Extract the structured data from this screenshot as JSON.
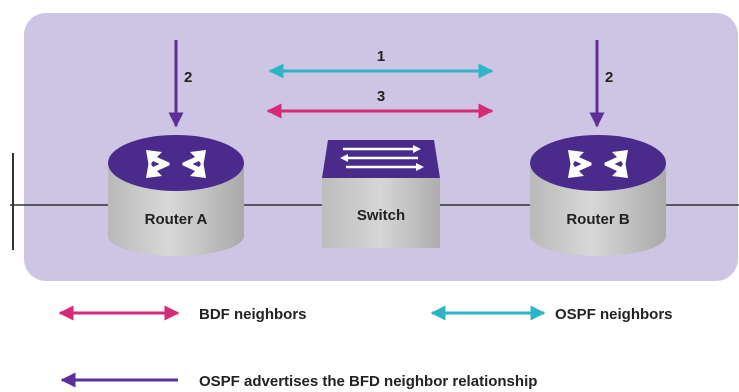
{
  "diagram": {
    "labels": {
      "arrow1": "1",
      "arrow2_left": "2",
      "arrow2_right": "2",
      "arrow3": "3"
    },
    "devices": {
      "router_a": "Router A",
      "switch": "Switch",
      "router_b": "Router B"
    },
    "legend": {
      "bdf": "BDF neighbors",
      "ospf": "OSPF neighbors",
      "advertise": "OSPF advertises the BFD neighbor relationship"
    },
    "colors": {
      "panel": "#cdc5e3",
      "cyan": "#2fb6c6",
      "magenta": "#d42a78",
      "purple": "#5d2f98",
      "device_top": "#4a2a8a",
      "device_body": "#c9c9c9",
      "text": "#222222"
    }
  }
}
